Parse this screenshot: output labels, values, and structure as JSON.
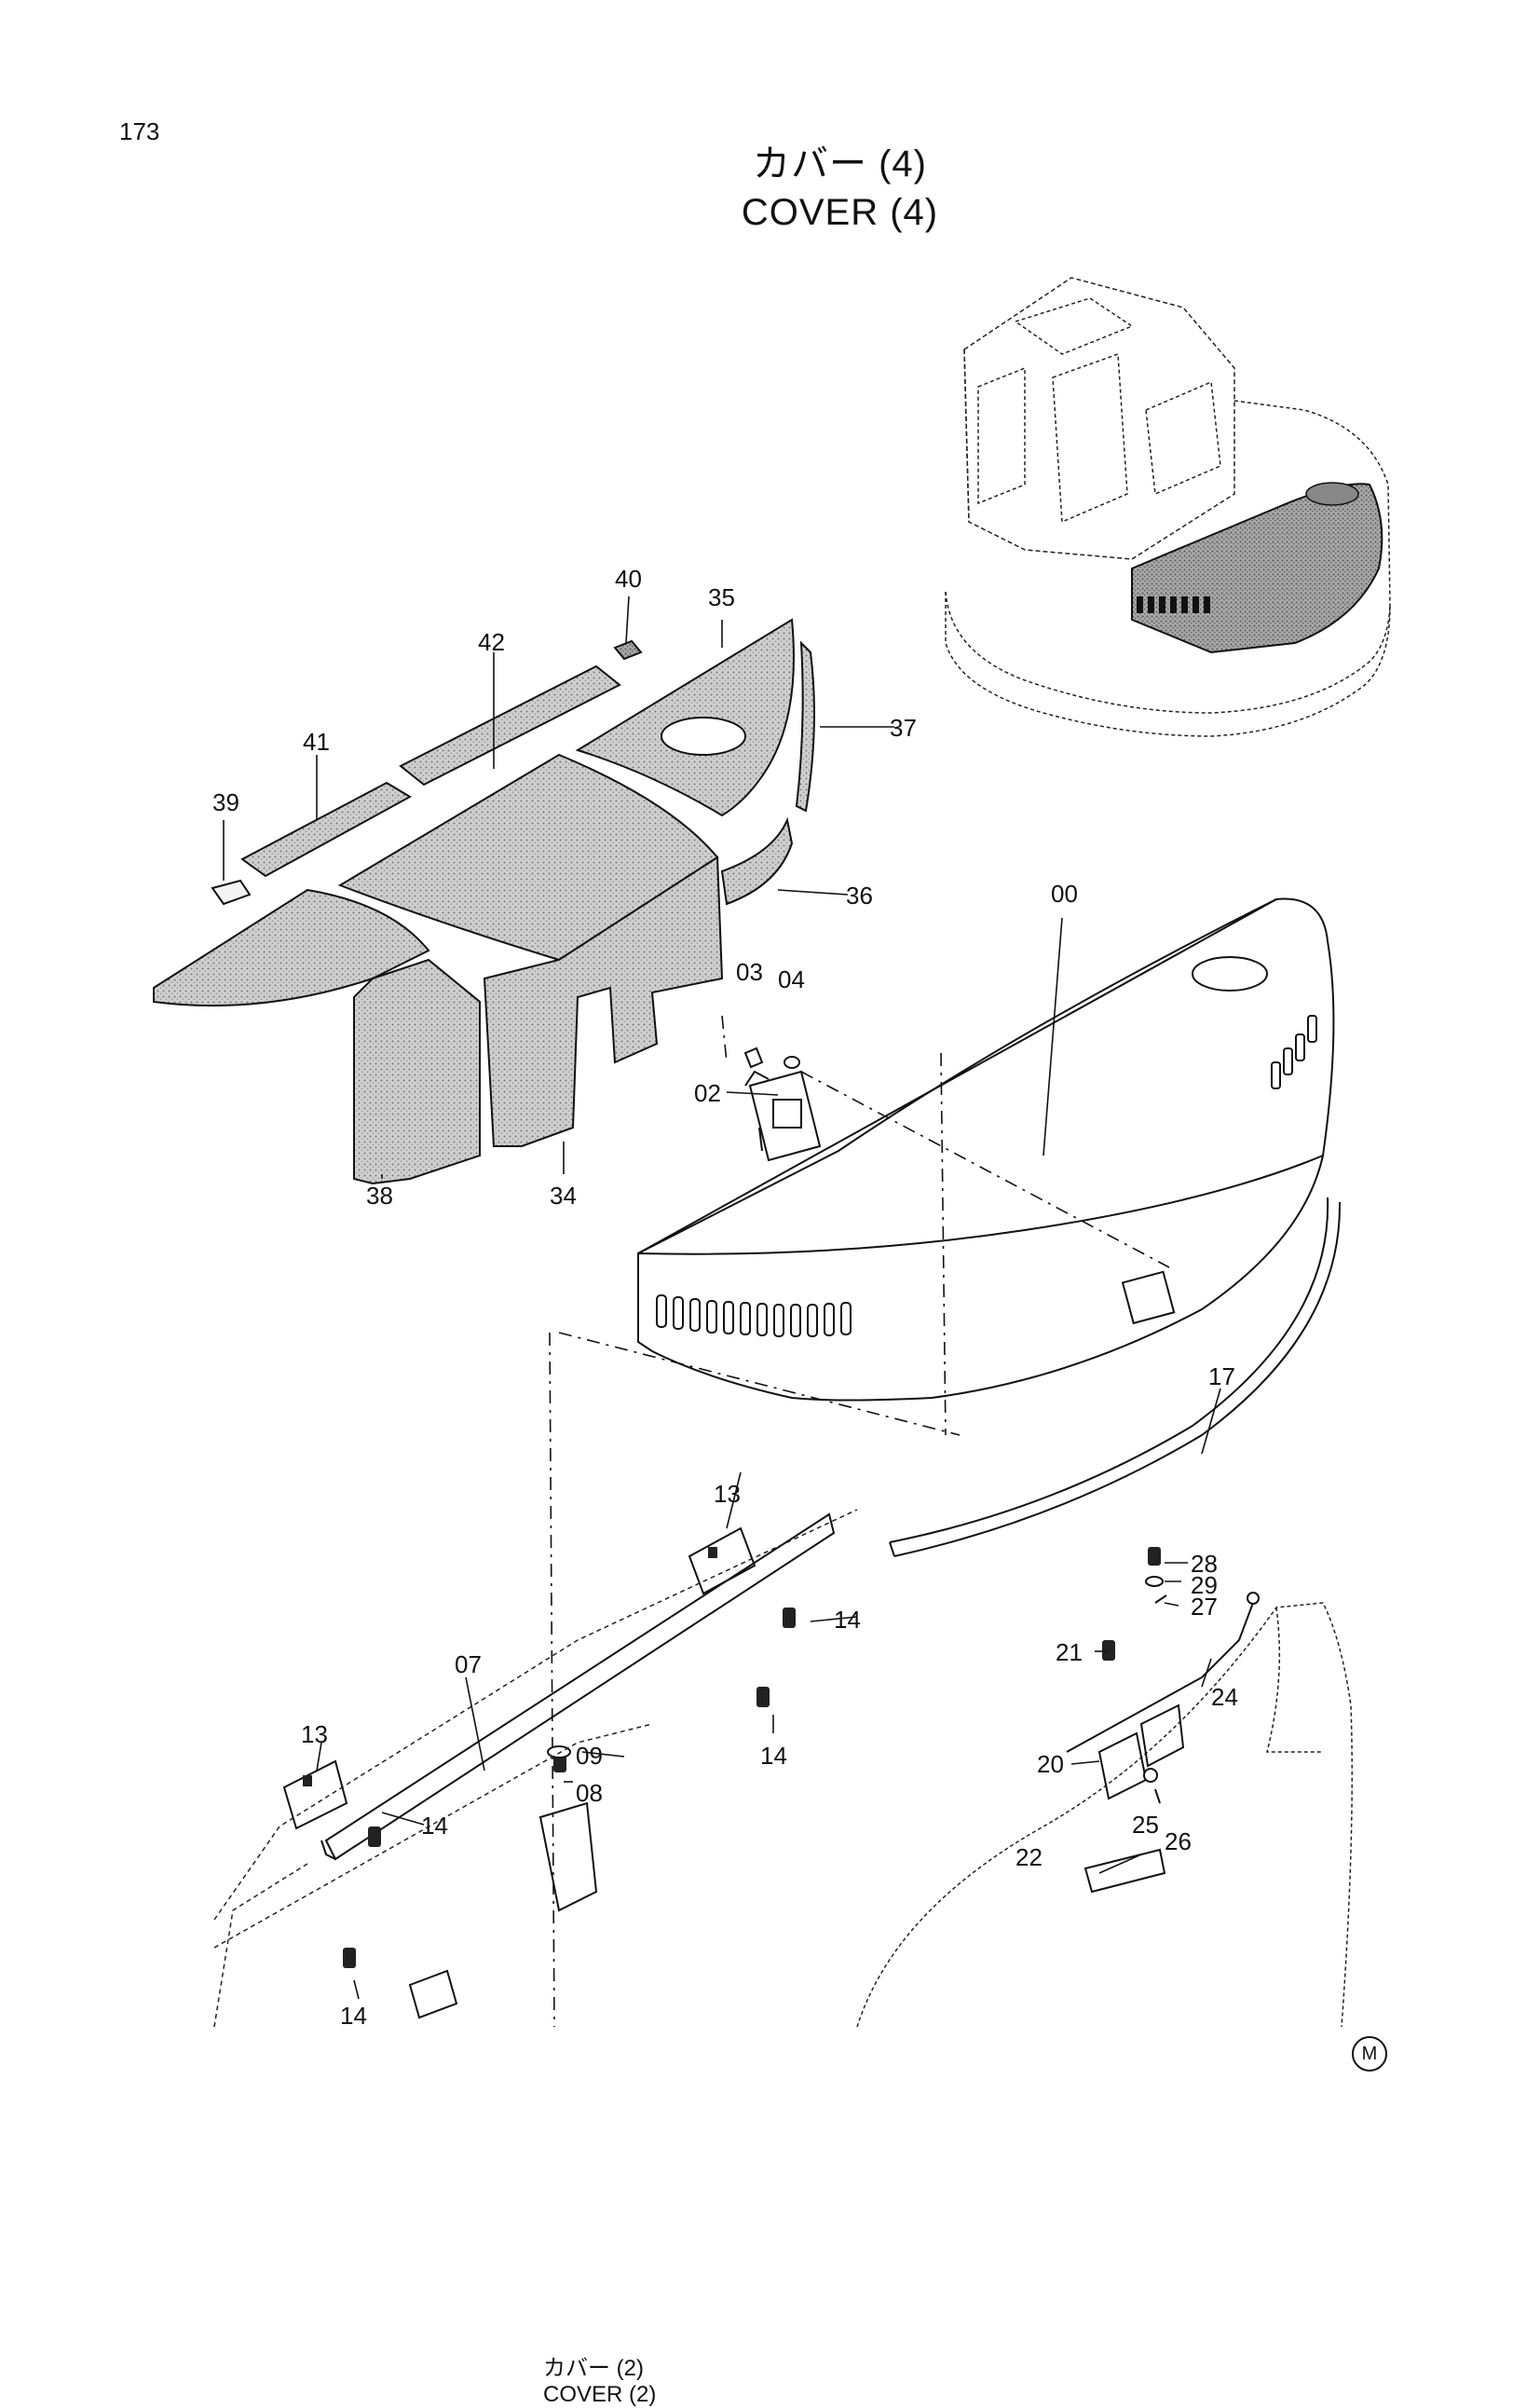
{
  "page": {
    "number": "173"
  },
  "title": {
    "japanese": "カバー (4)",
    "english": "COVER (4)"
  },
  "reference": {
    "japanese": "カバー (2)",
    "english": "COVER (2)"
  },
  "mark_symbol": "M",
  "part_labels": {
    "p00": "00",
    "p02": "02",
    "p03": "03",
    "p04": "04",
    "p07": "07",
    "p08": "08",
    "p09": "09",
    "p13a": "13",
    "p13b": "13",
    "p14a": "14",
    "p14b": "14",
    "p14c": "14",
    "p14d": "14",
    "p17": "17",
    "p20": "20",
    "p21": "21",
    "p22": "22",
    "p24": "24",
    "p25": "25",
    "p26": "26",
    "p27": "27",
    "p28": "28",
    "p29": "29",
    "p34": "34",
    "p35": "35",
    "p36": "36",
    "p37": "37",
    "p38": "38",
    "p39": "39",
    "p40": "40",
    "p41": "41",
    "p42": "42"
  }
}
